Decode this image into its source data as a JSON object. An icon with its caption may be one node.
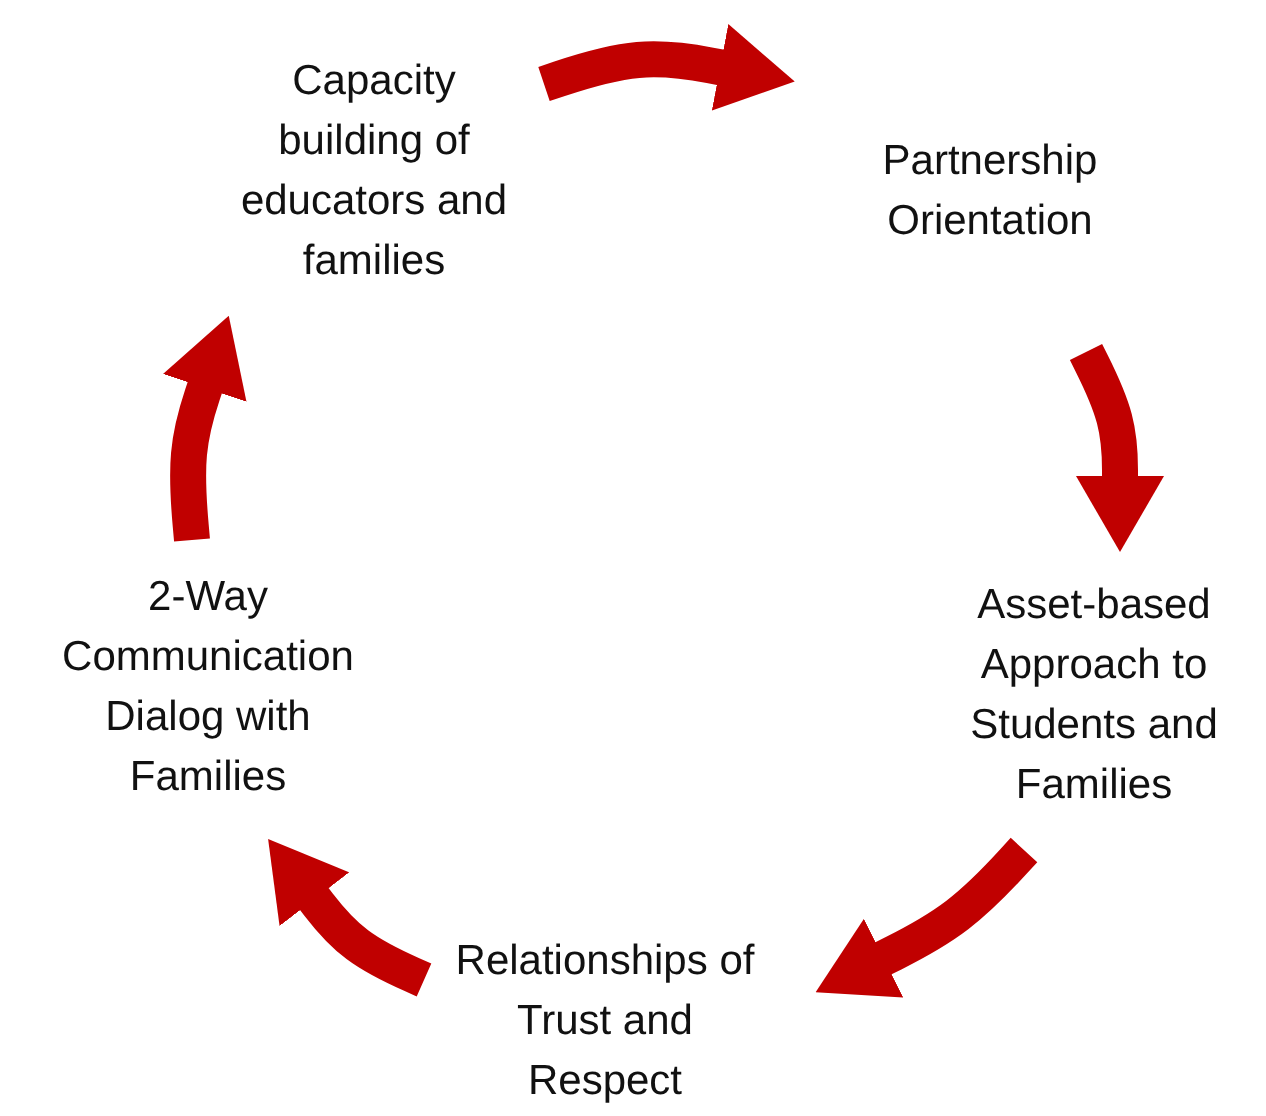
{
  "diagram": {
    "nodes": [
      {
        "text": [
          "Capacity building of educators and families"
        ]
      },
      {
        "text": [
          "Partnership Orientation"
        ]
      },
      {
        "text": [
          "Asset-based Approach to Students and Families"
        ]
      },
      {
        "text": [
          "Relationships of Trust and Respect"
        ]
      },
      {
        "text": [
          "2-Way Communication Dialog with Families"
        ]
      }
    ],
    "edges": [
      {
        "from": 0,
        "to": 1,
        "arrow": "to"
      },
      {
        "from": 1,
        "to": 2,
        "arrow": "to"
      },
      {
        "from": 2,
        "to": 3,
        "arrow": "to"
      },
      {
        "from": 3,
        "to": 4,
        "arrow": "to"
      },
      {
        "from": 4,
        "to": 0,
        "arrow": "to"
      }
    ]
  }
}
